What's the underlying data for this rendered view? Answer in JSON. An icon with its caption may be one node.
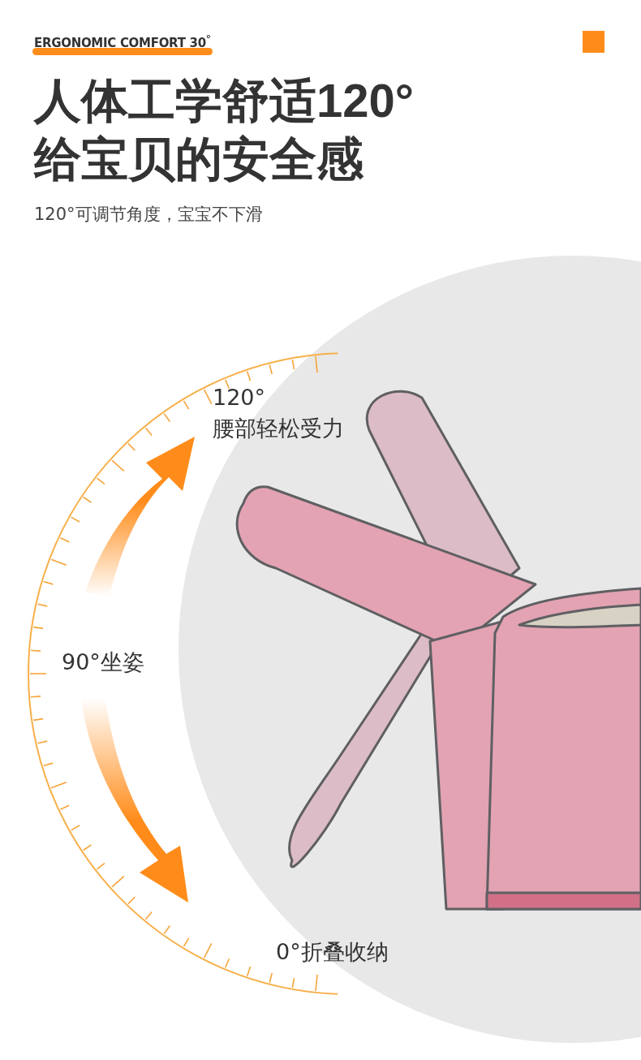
{
  "diagram": {
    "title": "人体工学舒适120°给宝贝的安全感",
    "labels": [
      "ERGONOMIC COMFORT 30$^{°}$",
      "120°可调节角度，宝宝不下滑",
      "120°",
      "腰部轻松受力",
      "90°坐姿",
      "0°折叠收纳"
    ]
  }
}
